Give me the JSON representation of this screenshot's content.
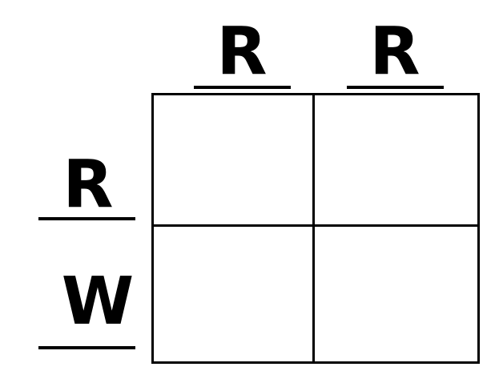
{
  "punnett_square": {
    "top_alleles": [
      "R",
      "R"
    ],
    "side_alleles": [
      "R",
      "W"
    ],
    "cells": [
      [
        "",
        ""
      ],
      [
        "",
        ""
      ]
    ]
  }
}
